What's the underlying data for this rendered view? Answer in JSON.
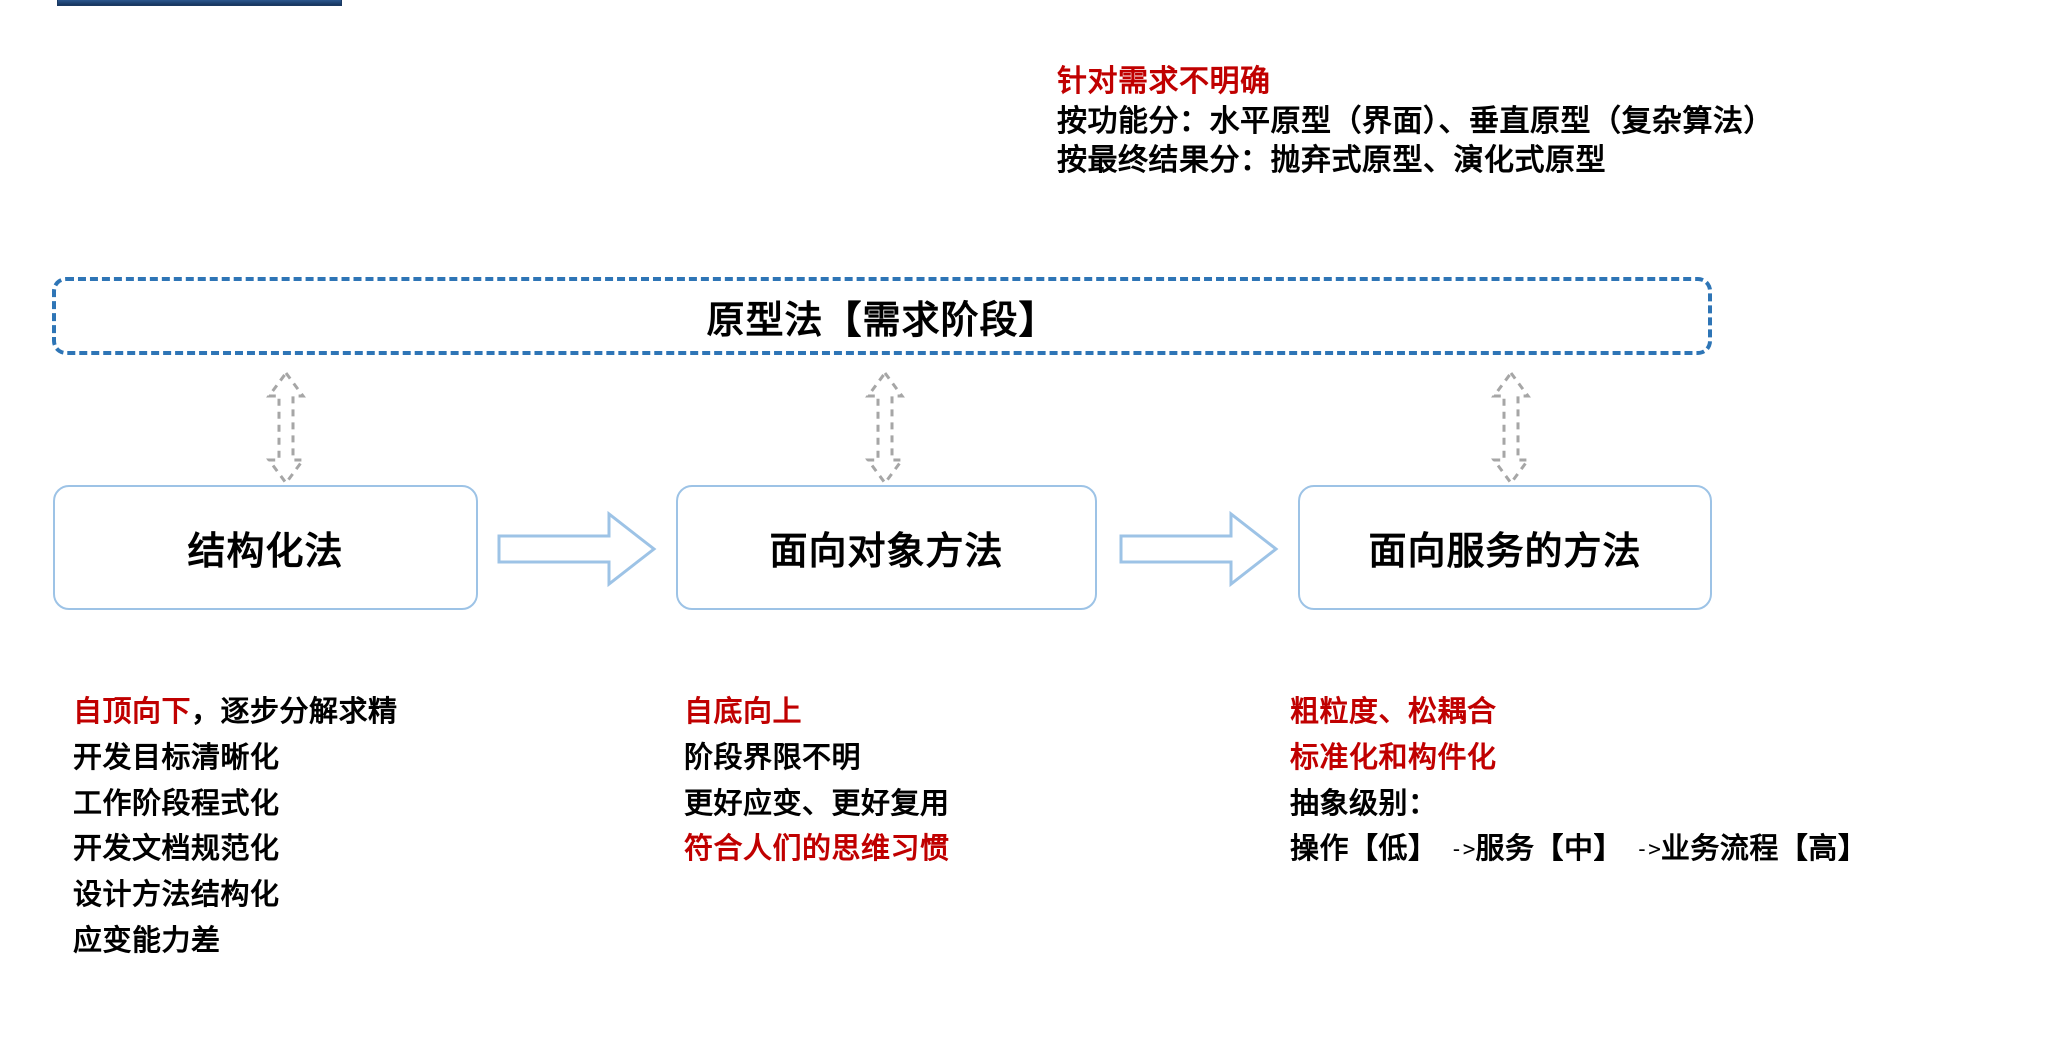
{
  "top_bar": {
    "accent_color": "#1f3864"
  },
  "top_note": {
    "lines": [
      {
        "text": "针对需求不明确",
        "color": "red"
      },
      {
        "text": "按功能分：水平原型（界面）、垂直原型（复杂算法）",
        "color": "black"
      },
      {
        "text": "按最终结果分：抛弃式原型、演化式原型",
        "color": "black"
      }
    ]
  },
  "prototype_banner": {
    "label": "原型法【需求阶段】",
    "border_color": "#2e75b6",
    "border_style": "dashed"
  },
  "connectors": {
    "vertical_arrow_style": "dashed-double-headed",
    "vertical_arrow_color": "#a6a6a6",
    "block_arrow_color": "#9dc3e6",
    "block_arrow_count": 2,
    "vertical_arrow_count": 3
  },
  "methods": [
    {
      "label": "结构化法",
      "border_color": "#9dc3e6"
    },
    {
      "label": "面向对象方法",
      "border_color": "#9dc3e6"
    },
    {
      "label": "面向服务的方法",
      "border_color": "#9dc3e6"
    }
  ],
  "descriptions": [
    {
      "column": "structured",
      "lines": [
        {
          "segments": [
            {
              "text": "自顶向下",
              "color": "red"
            },
            {
              "text": "，逐步分解求精",
              "color": "black"
            }
          ]
        },
        {
          "segments": [
            {
              "text": "开发目标清晰化",
              "color": "black"
            }
          ]
        },
        {
          "segments": [
            {
              "text": "工作阶段程式化",
              "color": "black"
            }
          ]
        },
        {
          "segments": [
            {
              "text": "开发文档规范化",
              "color": "black"
            }
          ]
        },
        {
          "segments": [
            {
              "text": "设计方法结构化",
              "color": "black"
            }
          ]
        },
        {
          "segments": [
            {
              "text": "应变能力差",
              "color": "black"
            }
          ]
        }
      ]
    },
    {
      "column": "object-oriented",
      "lines": [
        {
          "segments": [
            {
              "text": "自底向上",
              "color": "red"
            }
          ]
        },
        {
          "segments": [
            {
              "text": "阶段界限不明",
              "color": "black"
            }
          ]
        },
        {
          "segments": [
            {
              "text": "更好应变、更好复用",
              "color": "black"
            }
          ]
        },
        {
          "segments": [
            {
              "text": "符合人们的思维习惯",
              "color": "red"
            }
          ]
        }
      ]
    },
    {
      "column": "service-oriented",
      "lines": [
        {
          "segments": [
            {
              "text": "粗粒度、松耦合",
              "color": "red"
            }
          ]
        },
        {
          "segments": [
            {
              "text": "标准化和构件化",
              "color": "red"
            }
          ]
        },
        {
          "segments": [
            {
              "text": "抽象级别：",
              "color": "black"
            }
          ]
        },
        {
          "segments": [
            {
              "text": "操作【低】",
              "color": "black"
            },
            {
              "text": " -&gt;",
              "color": "black",
              "style": "ascii"
            },
            {
              "text": "服务【中】",
              "color": "black"
            },
            {
              "text": " -&gt;",
              "color": "black",
              "style": "ascii"
            },
            {
              "text": "业务流程【高】",
              "color": "black"
            }
          ]
        }
      ]
    }
  ],
  "palette": {
    "red": "#c00000",
    "black": "#000000",
    "light_blue": "#9dc3e6",
    "dashed_blue": "#2e75b6",
    "gray": "#a6a6a6",
    "dark_blue": "#1f3864"
  }
}
